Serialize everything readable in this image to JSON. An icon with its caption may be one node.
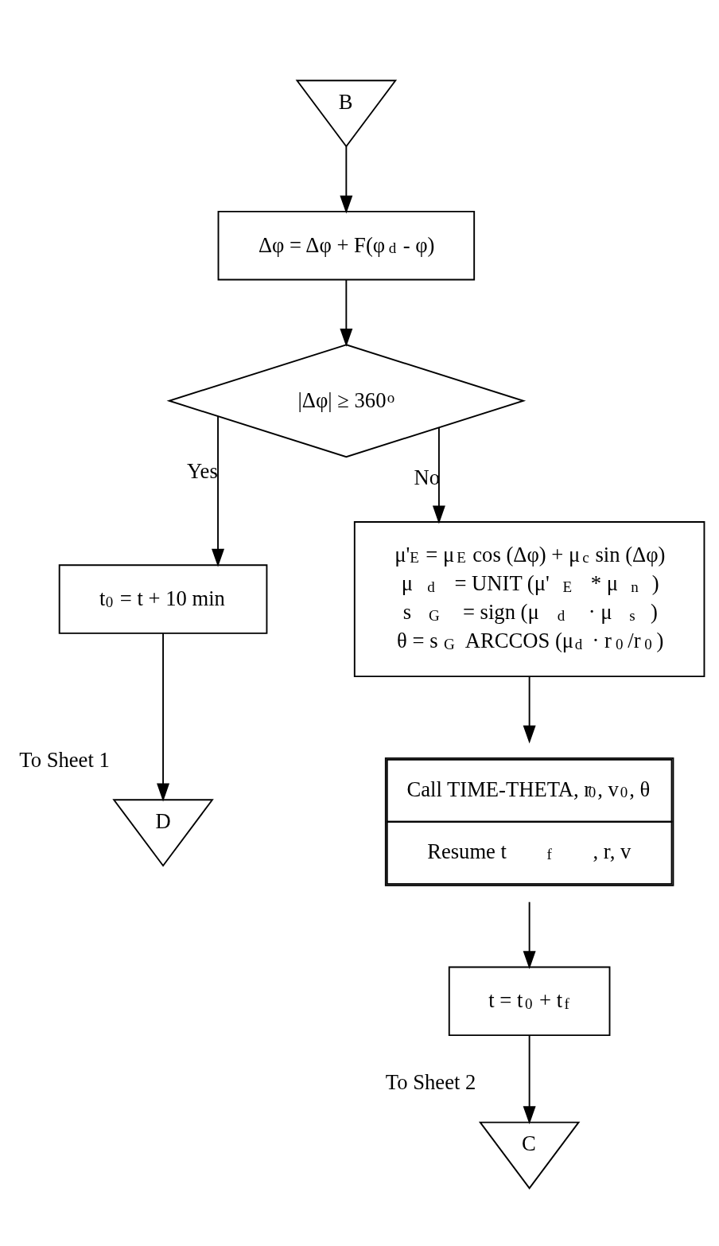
{
  "diagram": {
    "nodes": [
      {
        "text": [
          "B"
        ]
      },
      {
        "text": [
          "Δφ = Δφ + F(φ$_{d}$ - φ)"
        ]
      },
      {
        "text": [
          "|Δφ| ≥ 360$^{o}$"
        ]
      },
      {
        "text": [
          "t$_{0}$ = t + 10 min"
        ]
      },
      {
        "text": [
          "μ'$_{E}$ = μ$_{E}$ cos (Δφ) + μ$_{c}$ sin (Δφ)",
          "μ$_{d}$ = UNIT (μ'$_{E}$ * μ$_{n}$)",
          "s$_{G}$ = sign (μ$_{d}$ · μ$_{s}$)",
          "θ = s$_{G}$ ARCCOS (μ$_{d}$ · r$_{0}$/r$_{0}$)"
        ]
      },
      {
        "text": [
          "Call TIME-THETA, r$_{0}$, v$_{0}$, θ",
          "Resume t$_{f}$, r, v"
        ]
      },
      {
        "text": [
          "t = t$_{0}$ + t$_{f}$"
        ]
      },
      {
        "text": [
          "D"
        ],
        "beside": [
          "To Sheet 1"
        ]
      },
      {
        "text": [
          "C"
        ],
        "beside": [
          "To Sheet 2"
        ]
      }
    ],
    "edges": [
      {
        "from": 0,
        "to": 1,
        "arrow": "to"
      },
      {
        "from": 1,
        "to": 2,
        "arrow": "to"
      },
      {
        "from": 2,
        "to": 3,
        "arrow": "to",
        "label": "Yes"
      },
      {
        "from": 2,
        "to": 4,
        "arrow": "to",
        "label": "No"
      },
      {
        "from": 3,
        "to": 7,
        "arrow": "to"
      },
      {
        "from": 4,
        "to": 5,
        "arrow": "to"
      },
      {
        "from": 5,
        "to": 6,
        "arrow": "to"
      },
      {
        "from": 6,
        "to": 8,
        "arrow": "to"
      }
    ]
  }
}
